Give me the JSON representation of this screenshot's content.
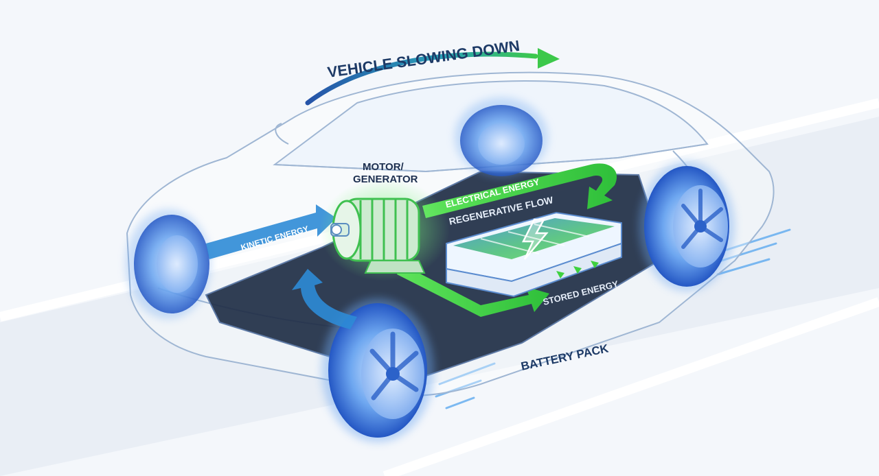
{
  "labels": {
    "vehicle_slowing_down": "VEHICLE SLOWING DOWN",
    "motor_line1": "MOTOR/",
    "motor_line2": "GENERATOR",
    "electrical_energy": "ELECTRICAL ENERGY",
    "regenerative_flow": "REGENERATIVE FLOW",
    "kinetic_energy": "KINETIC ENERGY",
    "stored_energy": "STORED ENERGY",
    "battery_pack": "BATTERY PACK"
  },
  "colors": {
    "background": "#f4f7fb",
    "road_stripe": "#ffffff",
    "car_outline": "#9fb6d3",
    "wheel_blue": "#2f6fd6",
    "wheel_glow": "#7fb2ff",
    "floor_dark": "#1f2e45",
    "kinetic_arrow": "#2d8bd6",
    "energy_green": "#3fd13f",
    "battery_green": "#5ed85a",
    "battery_blue": "#3c8fd8",
    "title_navy": "#1d3a66",
    "title_arrow_start": "#2553a8",
    "title_arrow_end": "#3cc84a"
  },
  "icons": {
    "battery_symbol": "lightning-bolt-icon"
  }
}
